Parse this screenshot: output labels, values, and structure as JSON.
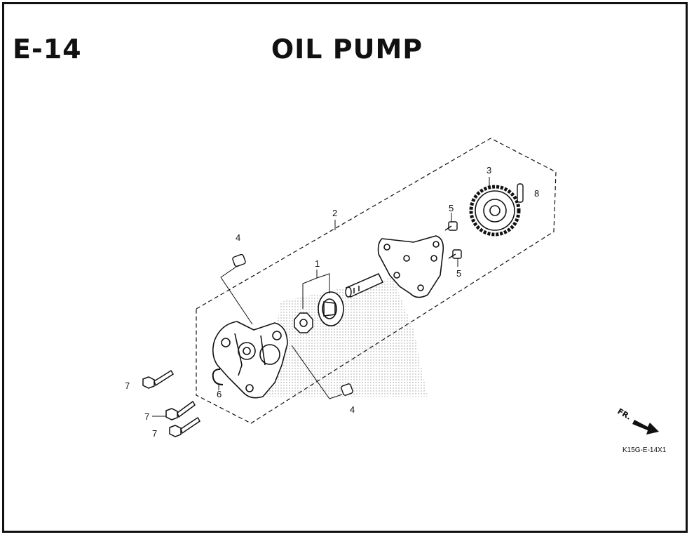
{
  "header": {
    "section": "E-14",
    "title": "OIL PUMP"
  },
  "callouts": [
    "1",
    "2",
    "3",
    "4",
    "4",
    "5",
    "5",
    "6",
    "7",
    "7",
    "7",
    "8"
  ],
  "direction": {
    "label": "FR."
  },
  "figure_code": "K15G-E-14X1",
  "colors": {
    "ink": "#111111",
    "paper": "#ffffff",
    "dots": "#9a9a9a"
  },
  "icons": [
    "front-direction-arrow-icon"
  ]
}
